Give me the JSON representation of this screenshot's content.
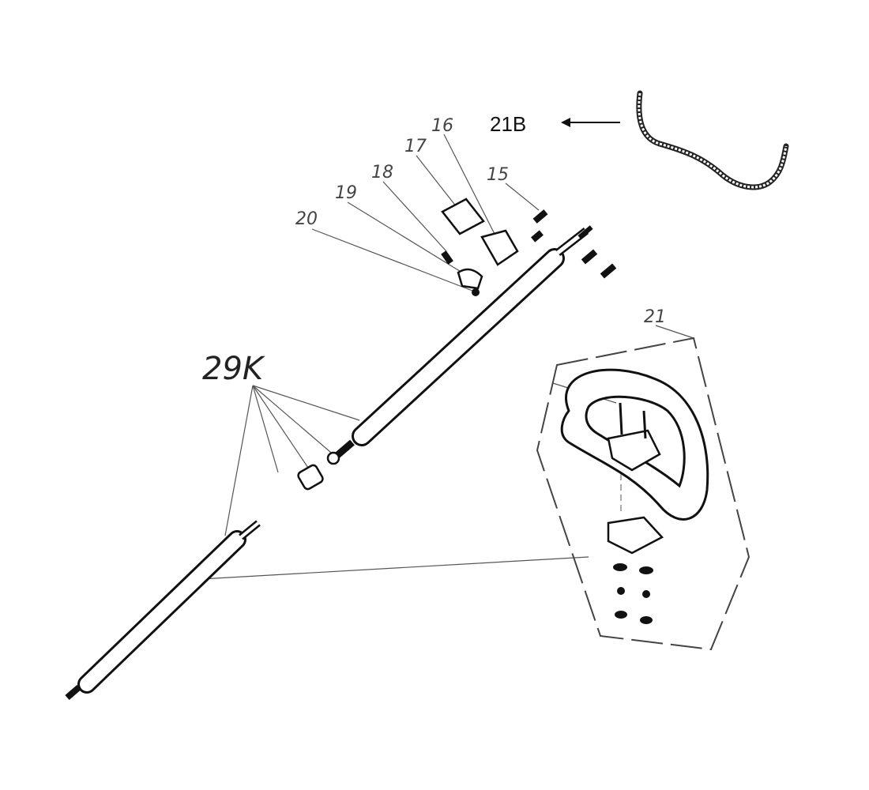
{
  "labels": {
    "p15": "15",
    "p16": "16",
    "p17": "17",
    "p18": "18",
    "p19": "19",
    "p20": "20",
    "p21": "21",
    "p21b": "21B",
    "p29k": "29K"
  },
  "colors": {
    "line": "#111111",
    "leader": "#555555",
    "background": "#ffffff"
  }
}
